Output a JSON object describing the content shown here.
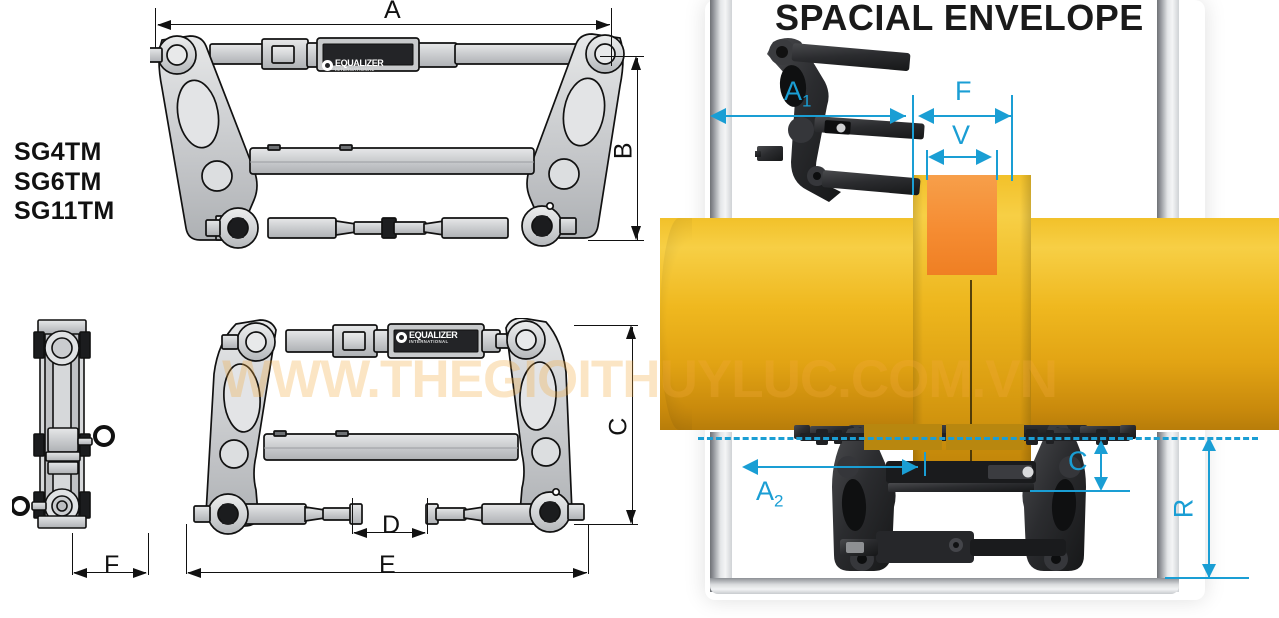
{
  "product": {
    "models": [
      "SG4TM",
      "SG6TM",
      "SG11TM"
    ],
    "brand": "EQUALIZER",
    "brand_sub": "INTERNATIONAL"
  },
  "right_panel": {
    "title": "SPACIAL ENVELOPE"
  },
  "watermark": {
    "text": "WWW.THEGIOITHUYLUC.COM.VN",
    "color": "#f3aa3c"
  },
  "dimensions": {
    "left_views": [
      {
        "id": "A",
        "label": "A",
        "view": "front-closed",
        "orientation": "horizontal"
      },
      {
        "id": "B",
        "label": "B",
        "view": "front-closed",
        "orientation": "vertical"
      },
      {
        "id": "C",
        "label": "C",
        "view": "front-open",
        "orientation": "vertical"
      },
      {
        "id": "D",
        "label": "D",
        "view": "front-open",
        "orientation": "horizontal"
      },
      {
        "id": "E",
        "label": "E",
        "view": "front-open",
        "orientation": "horizontal"
      },
      {
        "id": "F",
        "label": "F",
        "view": "side",
        "orientation": "horizontal"
      }
    ],
    "envelope": [
      {
        "id": "A1",
        "label": "A",
        "sub": "1",
        "orientation": "horizontal"
      },
      {
        "id": "F",
        "label": "F",
        "sub": "",
        "orientation": "horizontal"
      },
      {
        "id": "V",
        "label": "V",
        "sub": "",
        "orientation": "horizontal"
      },
      {
        "id": "A2",
        "label": "A",
        "sub": "2",
        "orientation": "horizontal"
      },
      {
        "id": "C",
        "label": "C",
        "sub": "",
        "orientation": "vertical"
      },
      {
        "id": "R",
        "label": "R",
        "sub": "",
        "orientation": "vertical"
      }
    ]
  },
  "colors": {
    "dimension_cyan": "#1a9ed4",
    "pipe_yellow": "#edb81f",
    "flange_gap_orange": "#f58c32",
    "tool_black": "#2b2b2d",
    "tool_gray": "#c9cbcd",
    "frame_gray": "#b9bcbf"
  },
  "views": {
    "top_left": "front view, arms closed",
    "bottom_left": "front view, arms spread",
    "side_left": "side view",
    "right": "spacial envelope on pipe flange"
  }
}
